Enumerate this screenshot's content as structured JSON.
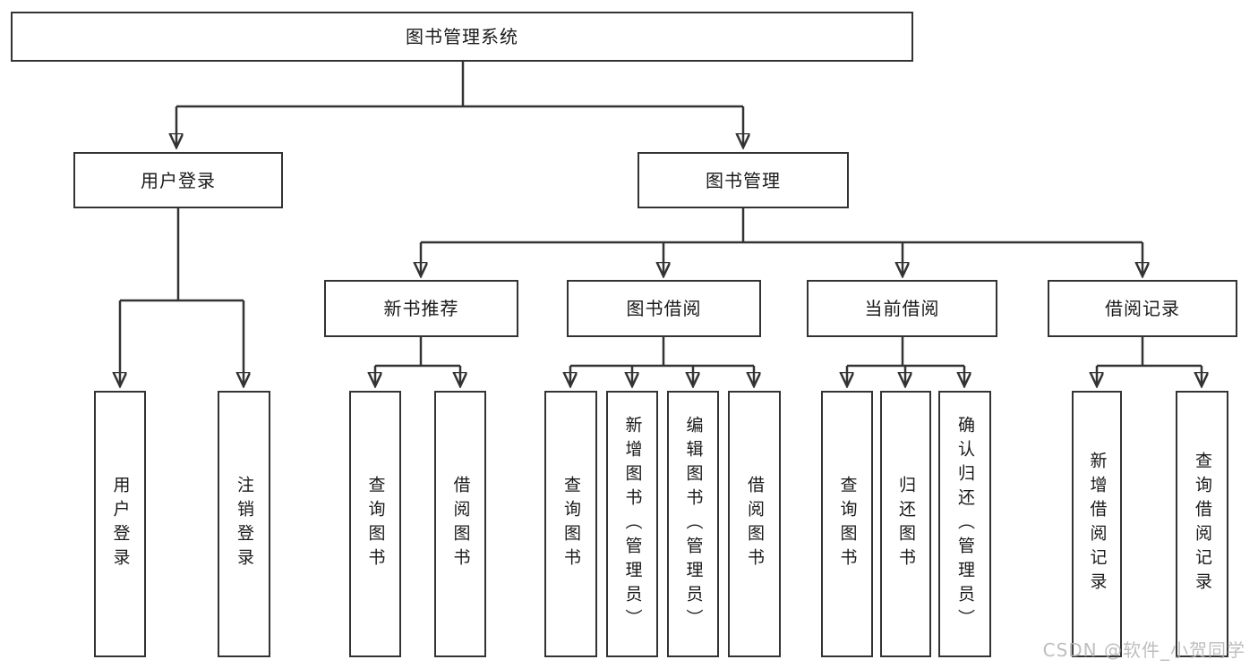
{
  "diagram": {
    "root": {
      "label": "图书管理系统"
    },
    "user_login": {
      "label": "用户登录",
      "children": {
        "login": {
          "label": "用户登录"
        },
        "logout": {
          "label": "注销登录"
        }
      }
    },
    "book_mgmt": {
      "label": "图书管理",
      "children": {
        "new_book": {
          "label": "新书推荐",
          "children": {
            "query": {
              "label": "查询图书"
            },
            "borrow": {
              "label": "借阅图书"
            }
          }
        },
        "book_borrow": {
          "label": "图书借阅",
          "children": {
            "query": {
              "label": "查询图书"
            },
            "add": {
              "label": "新增图书（管理员）"
            },
            "edit": {
              "label": "编辑图书（管理员）"
            },
            "borrow": {
              "label": "借阅图书"
            }
          }
        },
        "current_borrow": {
          "label": "当前借阅",
          "children": {
            "query": {
              "label": "查询图书"
            },
            "return": {
              "label": "归还图书"
            },
            "confirm": {
              "label": "确认归还（管理员）"
            }
          }
        },
        "borrow_records": {
          "label": "借阅记录",
          "children": {
            "add": {
              "label": "新增借阅记录"
            },
            "query": {
              "label": "查询借阅记录"
            }
          }
        }
      }
    },
    "colors": {
      "line": "#333333",
      "background": "#ffffff",
      "watermark": "#b3b3b3"
    },
    "watermark": "CSDN @软件_小贺同学"
  }
}
